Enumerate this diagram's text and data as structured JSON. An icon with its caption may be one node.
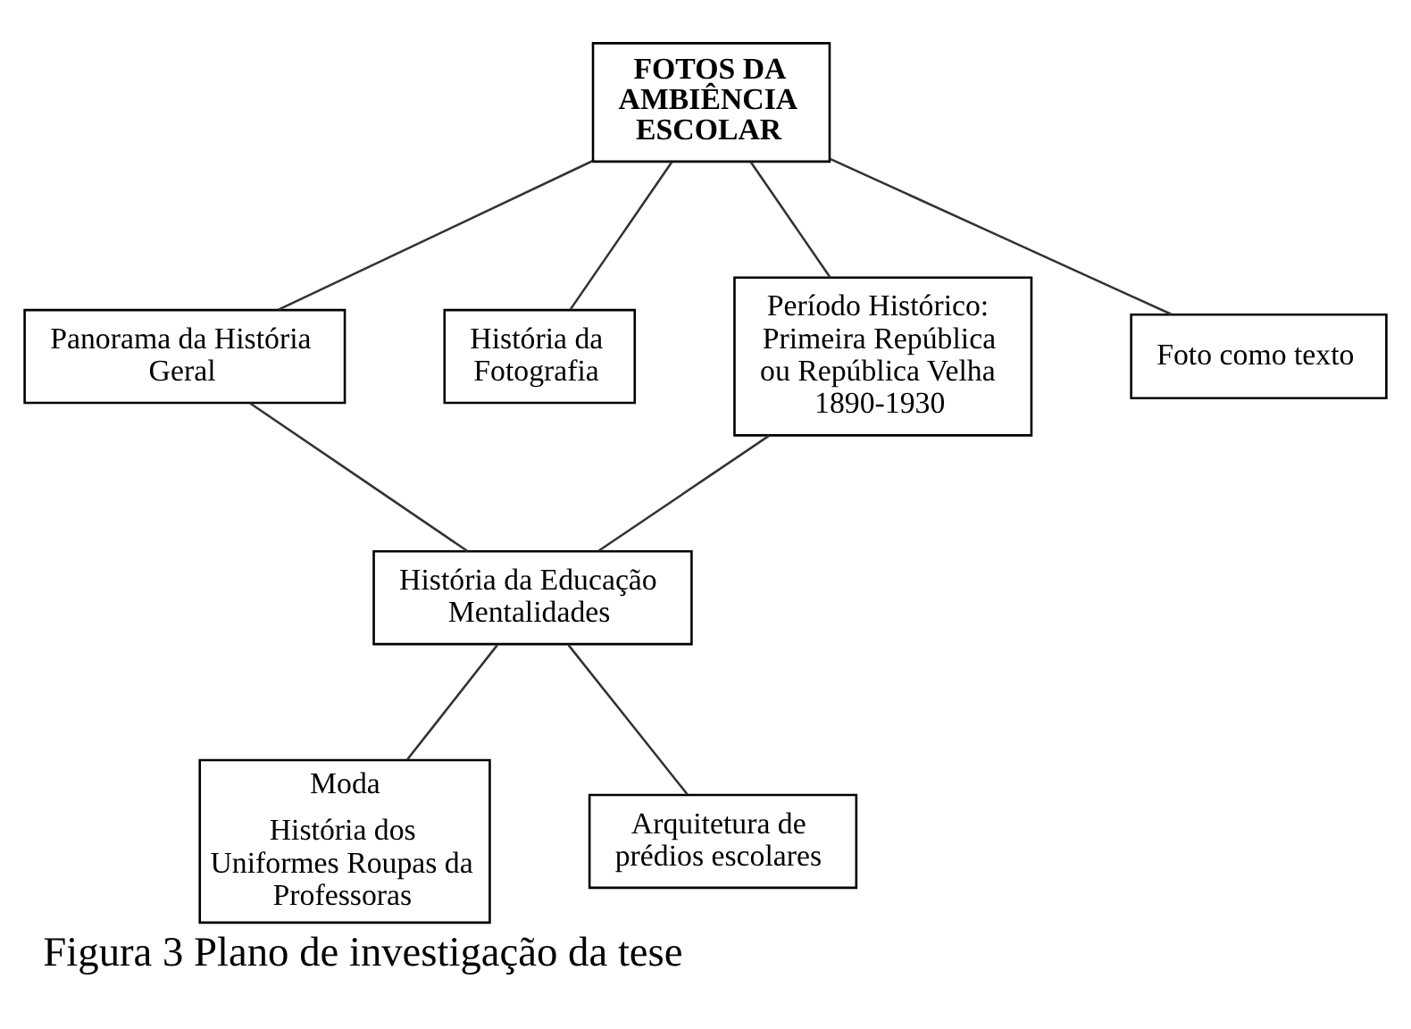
{
  "diagram": {
    "caption": "Figura 3 Plano de investigação da tese",
    "nodes": [
      {
        "text": [
          "FOTOS DA AMBIÊNCIA ESCOLAR"
        ]
      },
      {
        "text": [
          "Panorama da História Geral"
        ]
      },
      {
        "text": [
          "História da Fotografia"
        ]
      },
      {
        "text": [
          "Período Histórico: Primeira República ou República Velha 1890-1930"
        ]
      },
      {
        "text": [
          "História da Educação Mentalidades"
        ]
      },
      {
        "text": [
          "Foto como texto"
        ]
      },
      {
        "text": [
          "Moda",
          "História dos Uniformes Roupas da Professoras"
        ]
      },
      {
        "text": [
          "Arquitetura de prédios escolares"
        ]
      }
    ],
    "edges": [
      {
        "from": 0,
        "to": 1,
        "arrow": "none"
      },
      {
        "from": 0,
        "to": 2,
        "arrow": "none"
      },
      {
        "from": 0,
        "to": 5,
        "arrow": "none"
      },
      {
        "from": 0,
        "to": 3,
        "arrow": "none"
      },
      {
        "from": 1,
        "to": 4,
        "arrow": "none"
      },
      {
        "from": 3,
        "to": 4,
        "arrow": "none"
      },
      {
        "from": 4,
        "to": 6,
        "arrow": "none"
      },
      {
        "from": 4,
        "to": 7,
        "arrow": "none"
      }
    ]
  }
}
